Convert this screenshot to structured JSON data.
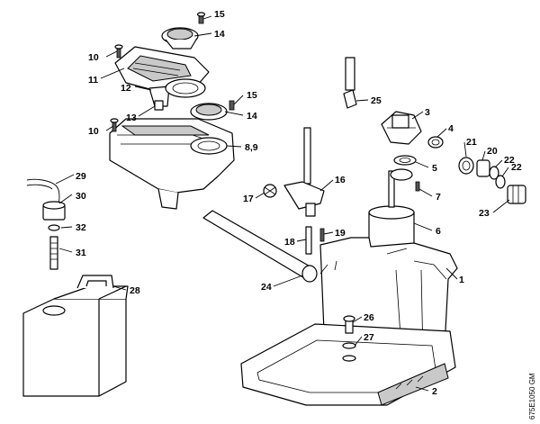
{
  "drawing_code": "675E1050 GM",
  "callouts": [
    "15",
    "14",
    "10",
    "11",
    "12",
    "13",
    "15",
    "14",
    "10",
    "8,9",
    "29",
    "30",
    "32",
    "31",
    "28",
    "25",
    "3",
    "4",
    "21",
    "20",
    "22",
    "22",
    "23",
    "5",
    "7",
    "6",
    "16",
    "17",
    "18",
    "19",
    "24",
    "1",
    "26",
    "27",
    "2"
  ]
}
